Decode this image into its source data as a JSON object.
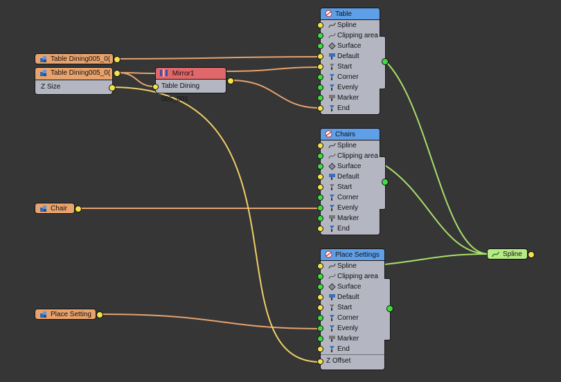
{
  "colors": {
    "canvas": "#363636",
    "wire_orange": "#e6a36f",
    "wire_yellow": "#f0d066",
    "wire_green": "#a9e06a",
    "node_header_blue": "#5e9fe8",
    "node_header_red": "#e0676a",
    "node_body": "#b4b6c2",
    "input_node": "#e8a26c",
    "spline_node": "#b6ea84"
  },
  "inputs": {
    "table_dining_1": {
      "label": "Table Dining005_0(",
      "icon": "mesh-icon"
    },
    "table_dining_2": {
      "label": "Table Dining005_0(",
      "icon": "mesh-icon",
      "param": "Z Size"
    },
    "chair": {
      "label": "Chair",
      "icon": "mesh-icon"
    },
    "place_setting": {
      "label": "Place Setting",
      "icon": "mesh-icon"
    }
  },
  "mirror": {
    "title": "Mirror1",
    "icon": "mirror-icon",
    "input": "Table Dining 005_001"
  },
  "distributors": [
    {
      "title": "Table",
      "icon": "distribute-icon",
      "rows": [
        "Spline",
        "Clipping area",
        "Surface",
        "Default",
        "Start",
        "Corner",
        "Evenly",
        "Marker",
        "End"
      ]
    },
    {
      "title": "Chairs",
      "icon": "distribute-icon",
      "rows": [
        "Spline",
        "Clipping area",
        "Surface",
        "Default",
        "Start",
        "Corner",
        "Evenly",
        "Marker",
        "End"
      ]
    },
    {
      "title": "Place Settings",
      "icon": "distribute-icon",
      "rows": [
        "Spline",
        "Clipping area",
        "Surface",
        "Default",
        "Start",
        "Corner",
        "Evenly",
        "Marker",
        "End"
      ],
      "extra": "Z Offset"
    }
  ],
  "spline": {
    "label": "Spline",
    "icon": "spline-icon"
  }
}
